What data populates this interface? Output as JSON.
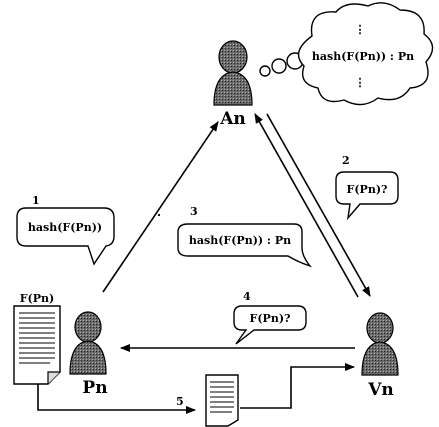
{
  "nodes": {
    "an": {
      "label": "An"
    },
    "pn": {
      "label": "Pn"
    },
    "vn": {
      "label": "Vn"
    }
  },
  "thought": {
    "top_dots": "⋮",
    "line": "hash(F(Pn)) : Pn",
    "bottom_dots": "⋮"
  },
  "document": {
    "label": "F(Pn)"
  },
  "steps": [
    {
      "number": "1",
      "message": "hash(F(Pn))"
    },
    {
      "number": "2",
      "message": "F(Pn)?"
    },
    {
      "number": "3",
      "message": "hash(F(Pn)) : Pn"
    },
    {
      "number": "4",
      "message": "F(Pn)?"
    },
    {
      "number": "5",
      "message": ""
    }
  ]
}
